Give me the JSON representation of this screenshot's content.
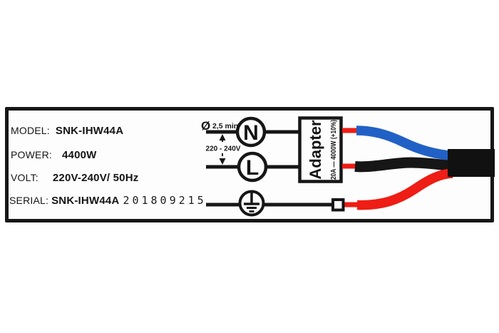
{
  "window": {
    "background": "#ffffff"
  },
  "label": {
    "title": "appliance rating label",
    "border_color": "#171717",
    "background": "#fdfdfd",
    "specs": [
      {
        "key": "MODEL:",
        "value": "SNK-IHW44A"
      },
      {
        "key": "POWER:",
        "value": "4400W"
      },
      {
        "key": "VOLT:",
        "value": "220V-240V/ 50Hz"
      },
      {
        "key": "SERIAL:",
        "value": "SNK-IHW44A",
        "digits": "201809215"
      }
    ]
  },
  "diagram": {
    "wire_gauge_symbol": "Ø",
    "wire_gauge_note": "2,5 min",
    "voltage_range": "220 - 240V",
    "terminal_neutral": "N",
    "terminal_live": "L",
    "earth_icon": "earth-ground",
    "adapter_title": "Adapter",
    "adapter_rating": "20A — 4000W (+10%)",
    "colors": {
      "neutral_wire_blue": "#2161c6",
      "live_wire_black": "#161616",
      "earth_wire_red": "#ee1d15",
      "stub_red": "#ee1d15",
      "line_black": "#161616",
      "connector_black": "#111111"
    }
  }
}
